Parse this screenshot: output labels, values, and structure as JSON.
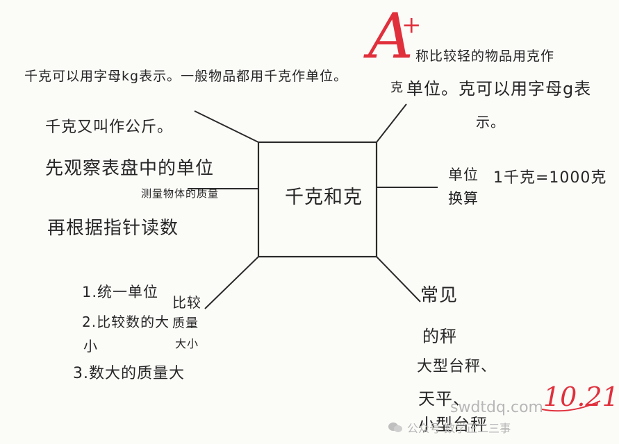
{
  "center": {
    "label": "千克和克"
  },
  "grade": {
    "mark": "A",
    "plus": "+",
    "number": "10.21"
  },
  "notes": {
    "top_left": {
      "line1": "千克可以用字母kg表示。一般物品都用千克作单位。",
      "line2": "千克又叫作公斤。"
    },
    "top_right": {
      "margin": "克",
      "line1": "称比较轻的物品用克作",
      "line2": "单位。克可以用字母g表",
      "line3": "示。"
    },
    "middle_left": {
      "line1": "先观察表盘中的单位",
      "line2": "再根据指针读数",
      "side": "测量物体的质量"
    },
    "middle_right": {
      "line1": "单位",
      "line2": "换算",
      "formula": "1千克=1000克"
    },
    "bottom_left": {
      "line1": "1.统一单位",
      "line2": "2.比较数的大",
      "line3": "小",
      "line4": "3.数大的质量大",
      "side1": "比较",
      "side2": "质量",
      "side3": "大小"
    },
    "bottom_right": {
      "line1": "常见",
      "line2": "的秤",
      "line3": "大型台秤、",
      "line4": "天平、",
      "line5": "小型台秤"
    }
  },
  "watermark": {
    "url": "swdtdq.com",
    "account": "公众号·数学正二三事"
  },
  "colors": {
    "ink": "#262626",
    "grade": "#e0303c",
    "watermark": "#b7b7b7"
  }
}
